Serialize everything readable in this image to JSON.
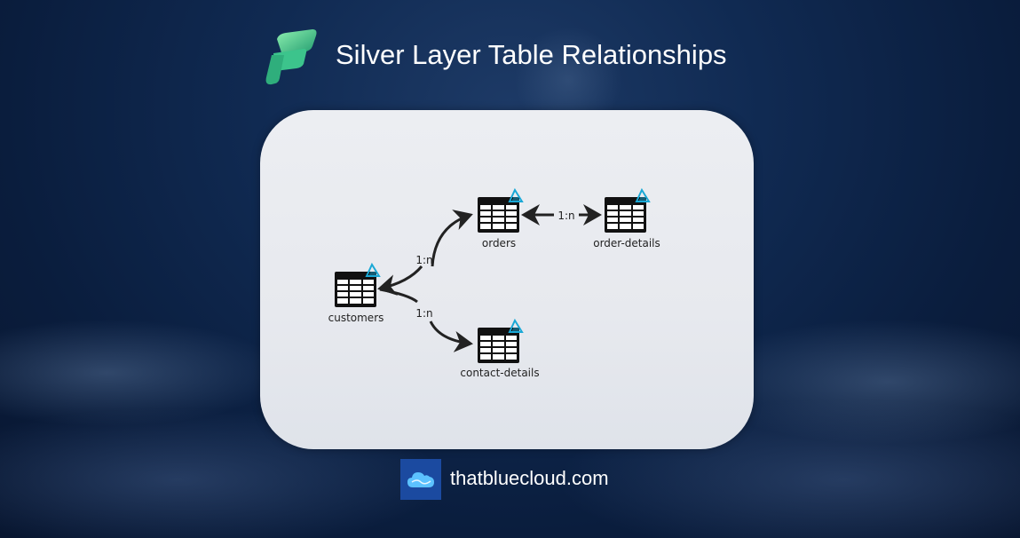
{
  "header": {
    "title": "Silver Layer Table Relationships"
  },
  "diagram": {
    "tables": [
      {
        "name": "customers"
      },
      {
        "name": "orders"
      },
      {
        "name": "order-details"
      },
      {
        "name": "contact-details"
      }
    ],
    "relationships": [
      {
        "from": "customers",
        "to": "orders",
        "cardinality": "1:n"
      },
      {
        "from": "customers",
        "to": "contact-details",
        "cardinality": "1:n"
      },
      {
        "from": "orders",
        "to": "order-details",
        "cardinality": "1:n"
      }
    ]
  },
  "footer": {
    "site": "thatbluecloud.com"
  }
}
